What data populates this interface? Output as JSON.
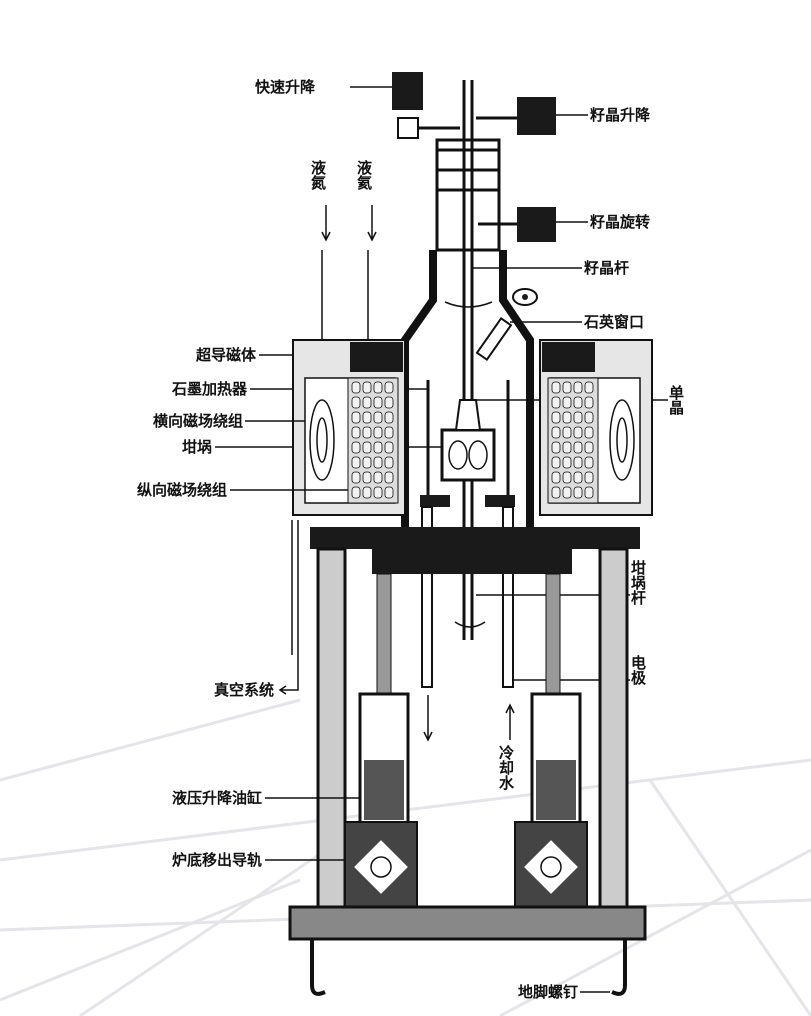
{
  "diagram": {
    "colors": {
      "ink": "#111111",
      "background": "#ffffff",
      "magnet_fill": "#e6e6e6"
    },
    "labels": {
      "fast_lift": "快速升降",
      "seed_lift": "籽晶升降",
      "liquid_nitrogen": "液氮",
      "liquid_helium": "液氦",
      "seed_rotation": "籽晶旋转",
      "seed_rod": "籽晶杆",
      "quartz_window": "石英窗口",
      "superconducting_magnet": "超导磁体",
      "graphite_heater": "石墨加热器",
      "transverse_winding": "横向磁场绕组",
      "crucible": "坩埚",
      "longitudinal_winding": "纵向磁场绕组",
      "single_crystal": "单晶",
      "crucible_rod": "坩埚杆",
      "vacuum_system": "真空系统",
      "electrode": "电极",
      "cooling_water": "冷却水",
      "hydraulic_cylinder": "液压升降油缸",
      "bottom_rail": "炉底移出导轨",
      "anchor_bolt": "地脚螺钉"
    }
  }
}
